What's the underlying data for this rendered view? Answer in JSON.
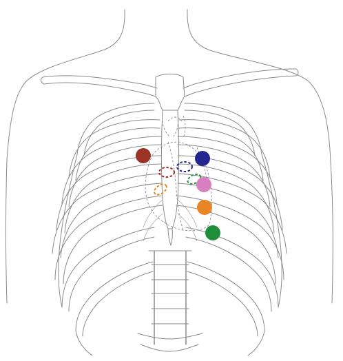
{
  "figure": {
    "markers": [
      {
        "id": "marker-red",
        "color": "#9b3326"
      },
      {
        "id": "marker-blue",
        "color": "#23268f"
      },
      {
        "id": "marker-pink",
        "color": "#d77fbf"
      },
      {
        "id": "marker-orange",
        "color": "#ea8526"
      },
      {
        "id": "marker-green",
        "color": "#1f8e3a"
      }
    ],
    "valves": [
      {
        "id": "valve-red",
        "color": "#9b3326"
      },
      {
        "id": "valve-blue",
        "color": "#23268f"
      },
      {
        "id": "valve-green",
        "color": "#1f8e3a"
      },
      {
        "id": "valve-orange",
        "color": "#ea8526"
      }
    ]
  }
}
